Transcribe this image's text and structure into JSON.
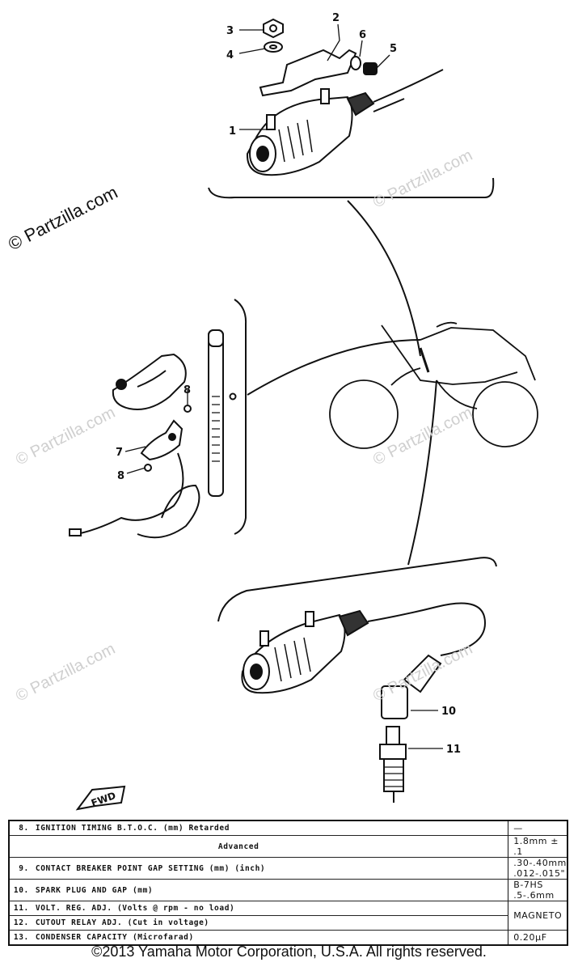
{
  "watermark_text": "© Partzilla.com",
  "callouts": {
    "c1": "1",
    "c2": "2",
    "c3": "3",
    "c4": "4",
    "c5": "5",
    "c6": "6",
    "c7": "7",
    "c8a": "8",
    "c8b": "8",
    "c10": "10",
    "c11": "11"
  },
  "fwd_label": "FWD",
  "spec_table": [
    {
      "num": "8.",
      "label": "IGNITION TIMING B.T.O.C. (mm) Retarded",
      "value": "—"
    },
    {
      "num": "",
      "label": "Advanced",
      "value": "1.8mm ± .1",
      "sub": true
    },
    {
      "num": "9.",
      "label": "CONTACT BREAKER POINT GAP SETTING (mm) (inch)",
      "value": ".30-.40mm .012-.015\""
    },
    {
      "num": "10.",
      "label": "SPARK PLUG AND GAP (mm)",
      "value": "B-7HS .5-.6mm"
    },
    {
      "num": "11.",
      "label": "VOLT. REG. ADJ. (Volts @ rpm - no load)",
      "value": "MAGNETO",
      "rowspan": 2
    },
    {
      "num": "12.",
      "label": "CUTOUT RELAY ADJ. (Cut in voltage)",
      "value": null
    },
    {
      "num": "13.",
      "label": "CONDENSER CAPACITY (Microfarad)",
      "value": "0.20μF"
    }
  ],
  "copyright": "©2013 Yamaha Motor Corporation, U.S.A. All rights reserved."
}
